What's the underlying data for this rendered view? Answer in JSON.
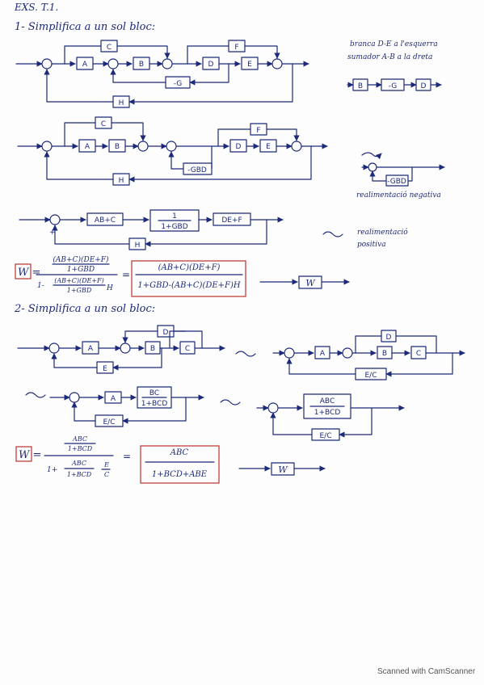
{
  "header": "EXS. T.1.",
  "ex1_title": "1- Simplifica a un sol bloc:",
  "ex2_title": "2- Simplifica a un sol bloc:",
  "blocks": {
    "A": "A",
    "B": "B",
    "C": "C",
    "D": "D",
    "E": "E",
    "F": "F",
    "H": "H",
    "mG": "-G",
    "mGBD": "-GBD",
    "ABC": "AB+C",
    "one": "1",
    "den1": "1+GBD",
    "DEF": "DE+F",
    "EoverC": "E/C",
    "BC": "BC",
    "den2": "1+BCD",
    "ABCn": "ABC",
    "W": "W"
  },
  "notes": {
    "move1": "branca D-E a l'esquerra",
    "move2": "sumador A-B a la dreta",
    "neg": "realimentació negativa",
    "pos1": "realimentació",
    "pos2": "positiva"
  },
  "eq1": {
    "lhs": "W =",
    "num_top": "(AB+C)(DE+F)",
    "num_bot": "1+GBD",
    "den_a": "1-",
    "den_num": "(AB+C)(DE+F)",
    "den_den": "1+GBD",
    "den_h": "H",
    "eq": "=",
    "r_num": "(AB+C)(DE+F)",
    "r_den": "1+GBD-(AB+C)(DE+F)H"
  },
  "eq2": {
    "lhs": "W =",
    "num_top": "ABC",
    "num_bot": "1+BCD",
    "den_a": "1+",
    "den_num": "ABC",
    "den_den": "1+BCD",
    "den_e": "E",
    "den_c": "C",
    "eq": "=",
    "r_num": "ABC",
    "r_den": "1+BCD+ABE"
  },
  "footer": "Scanned with CamScanner"
}
